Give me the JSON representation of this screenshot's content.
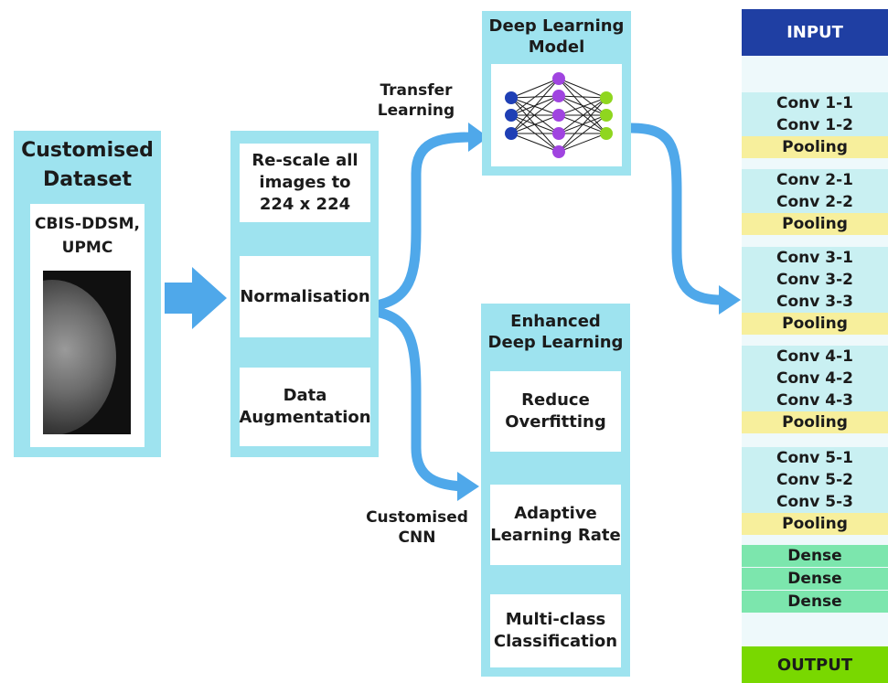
{
  "dataset": {
    "title_line1": "Customised",
    "title_line2": "Dataset",
    "source_line1": "CBIS-DDSM,",
    "source_line2": "UPMC"
  },
  "preprocess": {
    "rescale_line1": "Re-scale all",
    "rescale_line2": "images to",
    "rescale_line3": "224 x 224",
    "normalisation": "Normalisation",
    "augmentation_line1": "Data",
    "augmentation_line2": "Augmentation"
  },
  "branches": {
    "transfer_line1": "Transfer",
    "transfer_line2": "Learning",
    "custom_line1": "Customised",
    "custom_line2": "CNN"
  },
  "dl_model": {
    "title_line1": "Deep Learning",
    "title_line2": "Model"
  },
  "enhanced": {
    "title_line1": "Enhanced",
    "title_line2": "Deep Learning",
    "step1_line1": "Reduce",
    "step1_line2": "Overfitting",
    "step2_line1": "Adaptive",
    "step2_line2": "Learning Rate",
    "step3_line1": "Multi-class",
    "step3_line2": "Classification"
  },
  "architecture": {
    "input": "INPUT",
    "output": "OUTPUT",
    "block1": [
      "Conv 1-1",
      "Conv 1-2",
      "Pooling"
    ],
    "block2": [
      "Conv 2-1",
      "Conv 2-2",
      "Pooling"
    ],
    "block3": [
      "Conv 3-1",
      "Conv 3-2",
      "Conv 3-3",
      "Pooling"
    ],
    "block4": [
      "Conv 4-1",
      "Conv 4-2",
      "Conv 4-3",
      "Pooling"
    ],
    "block5": [
      "Conv 5-1",
      "Conv 5-2",
      "Conv 5-3",
      "Pooling"
    ],
    "dense": [
      "Dense",
      "Dense",
      "Dense"
    ]
  },
  "colors": {
    "panel": "#9ee3ef",
    "arrow": "#4fa8ea",
    "input": "#1f3fa3",
    "output": "#79d800",
    "conv": "#c9f0f2",
    "pooling": "#f7ef9c",
    "dense": "#7ce6ad",
    "nn_input_node": "#1f3fb5",
    "nn_hidden_node": "#a044e0",
    "nn_output_node": "#8fd61f"
  }
}
